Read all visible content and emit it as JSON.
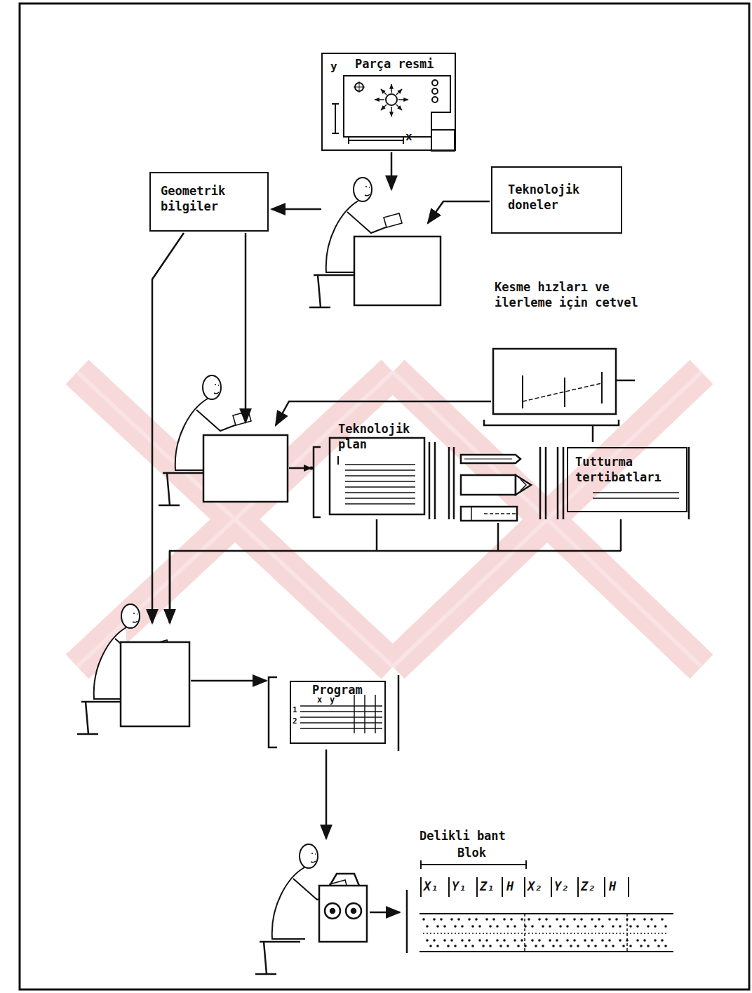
{
  "diagram": {
    "nodes": [
      {
        "text": [
          "Parça resmi"
        ]
      },
      {
        "text": [
          "Geometrik bilgiler"
        ]
      },
      {
        "text": [
          "Teknolojik doneler"
        ]
      },
      {
        "text": [
          "Kesme hızları ve ilerleme için cetvel"
        ]
      },
      {
        "text": [
          "Teknolojik plan"
        ]
      },
      {
        "text": [
          "Tutturma tertibatları"
        ]
      },
      {
        "text": [
          "Program"
        ]
      },
      {
        "text": [
          "Delikli bant"
        ]
      }
    ],
    "labels": [
      "y",
      "x",
      "x",
      "y",
      "1",
      "2",
      "Blok",
      "X₁",
      "Y₁",
      "Z₁",
      "H",
      "X₂",
      "Y₂",
      "Z₂",
      "H"
    ]
  }
}
